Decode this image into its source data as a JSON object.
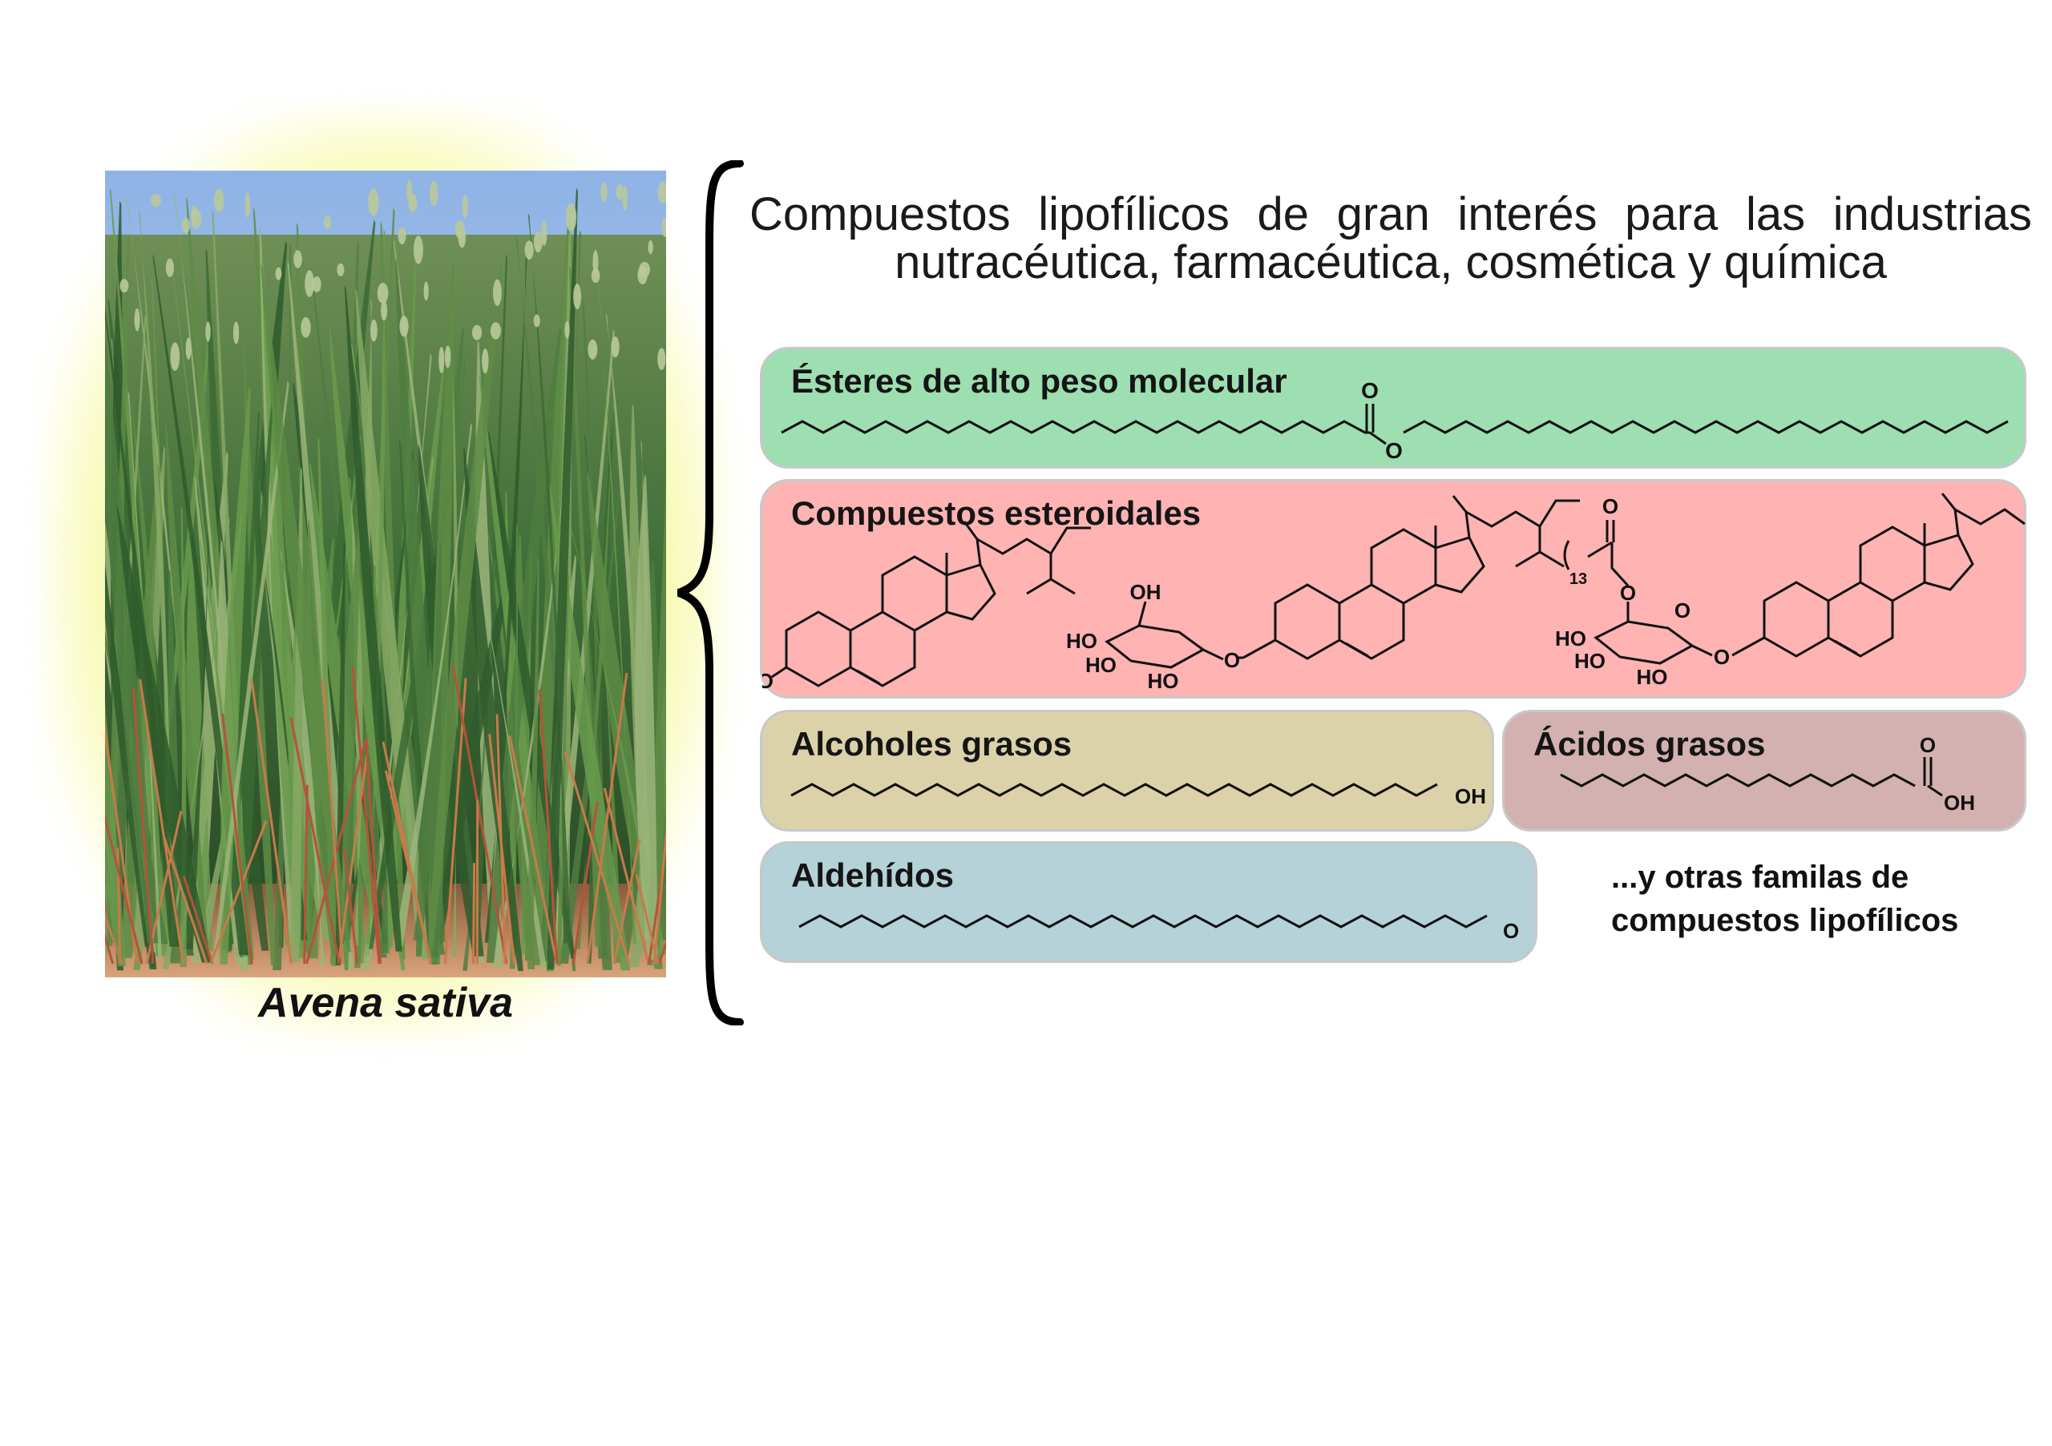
{
  "photo": {
    "caption": "Avena sativa"
  },
  "headline": {
    "line1": "Compuestos lipofílicos de gran interés para las industrias",
    "line2": "nutracéutica, farmacéutica, cosmética y química"
  },
  "categories": {
    "esters": {
      "title": "Ésteres de alto peso molecular",
      "color": "#9ddfb0"
    },
    "steroids": {
      "title": "Compuestos esteroidales",
      "color": "#ffb3b3"
    },
    "alcohols": {
      "title": "Alcoholes grasos",
      "color": "#dbd2aa"
    },
    "acids": {
      "title": "Ácidos grasos",
      "color": "#d3b1b0"
    },
    "aldehydes": {
      "title": "Aldehídos",
      "color": "#b5d2d8"
    }
  },
  "atoms": {
    "O": "O",
    "OH": "OH",
    "HO": "HO",
    "subscript": "13"
  },
  "others": {
    "line1": "...y otras familas de",
    "line2": "compuestos lipofílicos"
  }
}
